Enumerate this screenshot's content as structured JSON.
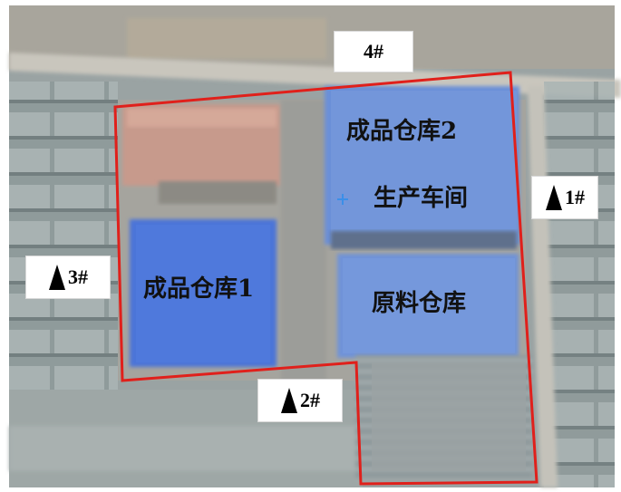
{
  "buildings": {
    "warehouse_1": "成品仓库1",
    "warehouse_2": "成品仓库2",
    "workshop": "生产车间",
    "raw_material": "原料仓库"
  },
  "monitoring_points": [
    {
      "id": "1#",
      "symbol": "triangle-icon"
    },
    {
      "id": "2#",
      "symbol": "triangle-icon"
    },
    {
      "id": "3#",
      "symbol": "triangle-icon"
    },
    {
      "id": "4#",
      "symbol": null
    }
  ],
  "colors": {
    "boundary": "#e0201b",
    "building_blue": "#4a77d6",
    "label_bg": "#ffffff"
  }
}
